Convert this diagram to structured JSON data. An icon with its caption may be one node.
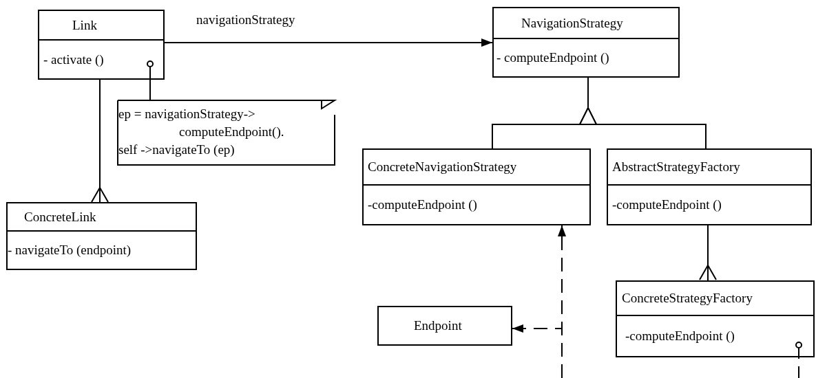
{
  "diagram": {
    "nodes": [
      {
        "text": [
          "Link",
          "- activate ()"
        ]
      },
      {
        "text": [
          "ep = navigationStrategy-> computeEndpoint().",
          "self ->navigateTo (ep)"
        ]
      },
      {
        "text": [
          "NavigationStrategy",
          "- computeEndpoint ()"
        ]
      },
      {
        "text": [
          "ConcreteLink",
          "- navigateTo (endpoint)"
        ]
      },
      {
        "text": [
          "ConcreteNavigationStrategy",
          "-computeEndpoint ()"
        ]
      },
      {
        "text": [
          "AbstractStrategyFactory",
          "-computeEndpoint ()"
        ]
      },
      {
        "text": [
          "ConcreteStrategyFactory",
          "-computeEndpoint ()"
        ]
      },
      {
        "text": [
          "Endpoint"
        ]
      }
    ],
    "edges": [
      {
        "from": 0,
        "to": 2,
        "label": "navigationStrategy",
        "arrow": "to"
      },
      {
        "from": 1,
        "to": 0,
        "arrow": "other"
      },
      {
        "from": 3,
        "to": 0,
        "arrow": "to"
      },
      {
        "from": 4,
        "to": 2,
        "arrow": "to"
      },
      {
        "from": 5,
        "to": 2,
        "arrow": "to"
      },
      {
        "from": 6,
        "to": 5,
        "arrow": "to"
      },
      {
        "from": 6,
        "to": null,
        "arrow": "other",
        "style": "dashed"
      },
      {
        "from": null,
        "to": 4,
        "arrow": "to",
        "style": "dashed"
      },
      {
        "from": null,
        "to": 7,
        "arrow": "to",
        "style": "dashed"
      }
    ]
  }
}
